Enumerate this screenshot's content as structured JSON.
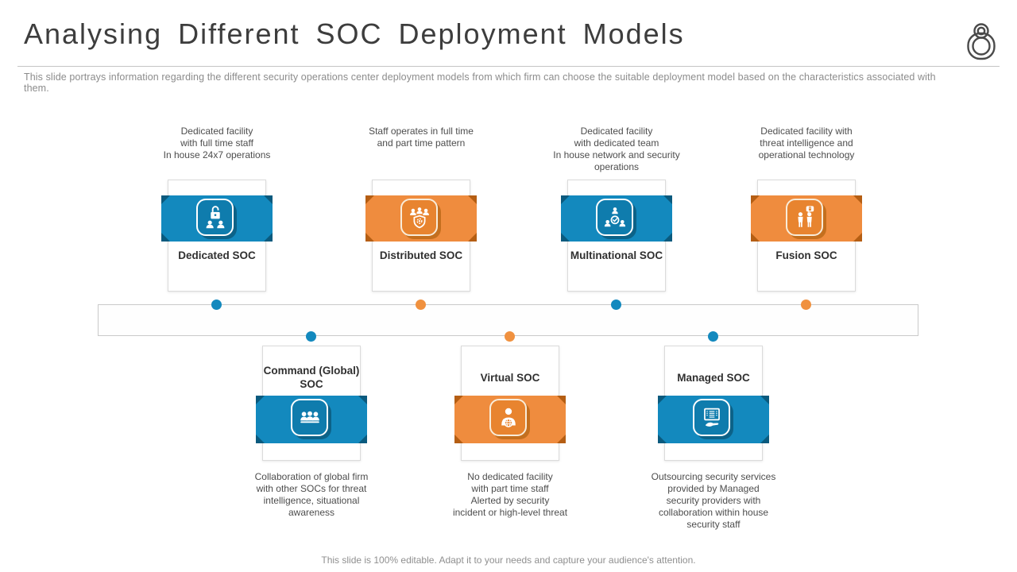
{
  "header": {
    "title": "Analysing Different SOC Deployment Models",
    "subtitle": "This slide portrays information regarding the different security operations center deployment models from which firm can choose the suitable deployment model based on the characteristics associated with them.",
    "lock_icon": "padlock-icon"
  },
  "colors": {
    "blue": "#1389be",
    "orange": "#ef8c3e",
    "blue_dark": "#0a5a7e",
    "orange_dark": "#b55e13"
  },
  "timeline": {
    "dot_colors_top": [
      "blue",
      "orange",
      "blue",
      "orange"
    ],
    "dot_colors_bottom": [
      "blue",
      "orange",
      "blue"
    ]
  },
  "models": [
    {
      "label": "Dedicated SOC",
      "color": "blue",
      "row": "top",
      "icon": "dedicated-soc-icon",
      "description": "Dedicated facility\nwith full time staff\nIn house 24x7 operations"
    },
    {
      "label": "Distributed SOC",
      "color": "orange",
      "row": "top",
      "icon": "distributed-soc-icon",
      "description": "Staff operates in full time\nand part time pattern"
    },
    {
      "label": "Multinational SOC",
      "color": "blue",
      "row": "top",
      "icon": "multinational-soc-icon",
      "description": "Dedicated facility\nwith dedicated team\nIn house network and security\noperations"
    },
    {
      "label": "Fusion SOC",
      "color": "orange",
      "row": "top",
      "icon": "fusion-soc-icon",
      "description": "Dedicated facility with\nthreat intelligence and\noperational technology"
    },
    {
      "label": "Command (Global) SOC",
      "color": "blue",
      "row": "bottom",
      "icon": "command-global-soc-icon",
      "description": "Collaboration of global firm\nwith other SOCs for threat\nintelligence, situational\nawareness"
    },
    {
      "label": "Virtual SOC",
      "color": "orange",
      "row": "bottom",
      "icon": "virtual-soc-icon",
      "description": "No dedicated facility\nwith part time staff\nAlerted by security\nincident or high-level threat"
    },
    {
      "label": "Managed SOC",
      "color": "blue",
      "row": "bottom",
      "icon": "managed-soc-icon",
      "description": "Outsourcing security services\nprovided by Managed\nsecurity providers with\ncollaboration within house\nsecurity staff"
    }
  ],
  "footer": {
    "note": "This slide is 100% editable. Adapt it to your needs and capture your audience's attention."
  }
}
